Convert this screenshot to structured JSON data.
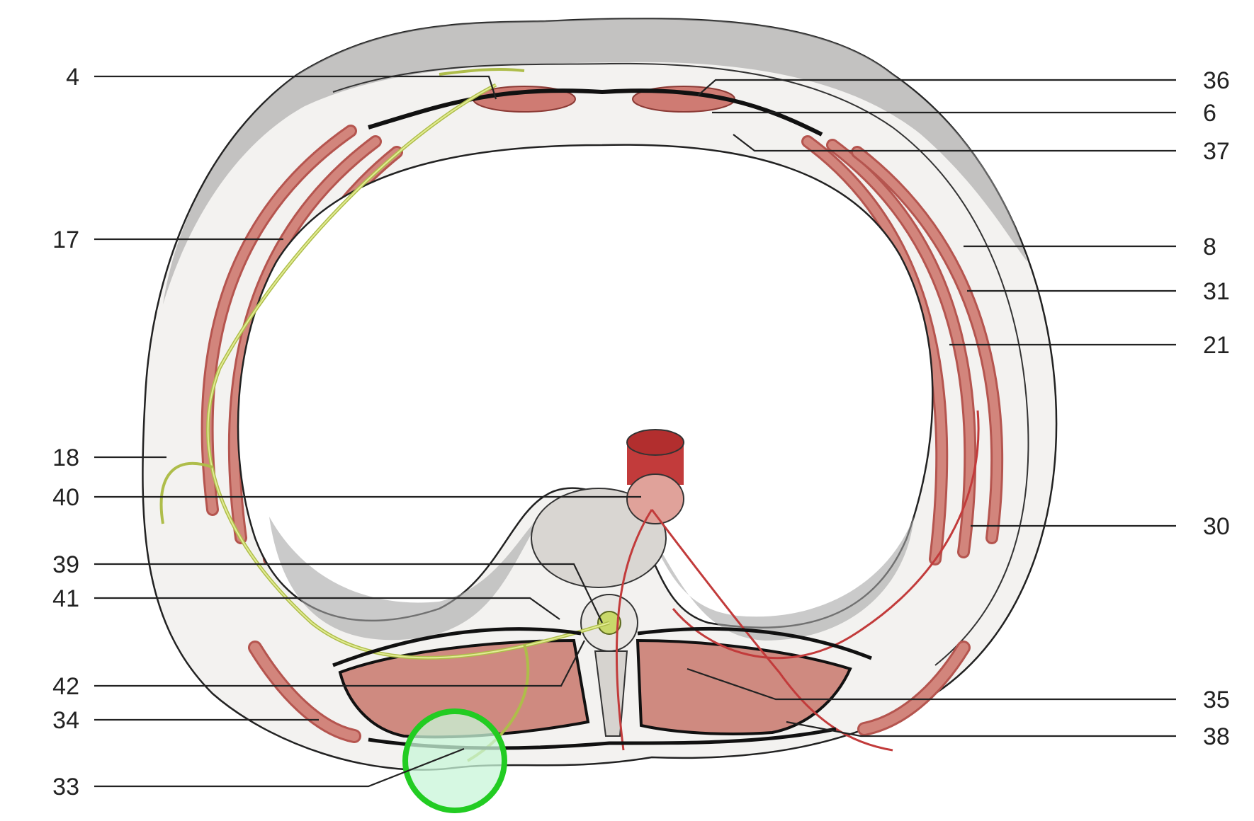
{
  "figure": {
    "subject": "transverse section of thoracic wall",
    "labels_left": [
      "4",
      "17",
      "18",
      "40",
      "39",
      "41",
      "42",
      "34",
      "33"
    ],
    "labels_right": [
      "36",
      "6",
      "37",
      "8",
      "31",
      "21",
      "30",
      "35",
      "38"
    ],
    "highlight": {
      "shape": "circle",
      "stroke_color": "#22cc22",
      "fill_color": "#c8f5d8",
      "marks_label": "33"
    },
    "colors": {
      "muscle": "#cf7b73",
      "muscle_dark": "#b5554f",
      "nerve": "#c9d96a",
      "fascia": "#111111",
      "skin_shadow": "#8e8e8e",
      "bone": "#d9d6d2",
      "vessel": "#c23b3b"
    }
  }
}
